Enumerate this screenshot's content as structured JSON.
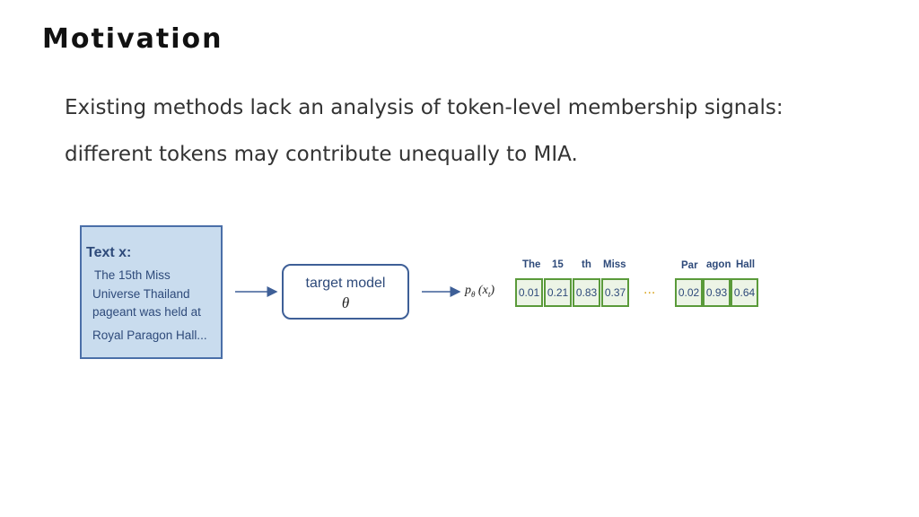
{
  "slide": {
    "title": "Motivation",
    "line1": "Existing methods lack an analysis of token-level membership signals:",
    "line2": "different tokens may contribute unequally to MIA."
  },
  "text_box": {
    "title": "Text x:",
    "lines": [
      "The 15th Miss",
      "Universe Thailand",
      "pageant was held at",
      "Royal Paragon Hall..."
    ]
  },
  "model_box": {
    "label": "target model",
    "param": "θ"
  },
  "prob_label": {
    "func": "p",
    "sub": "θ",
    "arg": "x",
    "arg_sub": "t"
  },
  "tokens_left": [
    {
      "token": "The",
      "prob": "0.01"
    },
    {
      "token": "15",
      "prob": "0.21"
    },
    {
      "token": "th",
      "prob": "0.83"
    },
    {
      "token": "Miss",
      "prob": "0.37"
    }
  ],
  "ellipsis": "...",
  "tokens_right": [
    {
      "token": "Par",
      "prob": "0.02"
    },
    {
      "token": "agon",
      "prob": "0.93"
    },
    {
      "token": "Hall",
      "prob": "0.64"
    }
  ],
  "colors": {
    "box_fill": "#c9dcee",
    "box_border": "#4a6fa8",
    "cell_border": "#5a9a3a",
    "cell_fill": "#ecf4e6",
    "arrow": "#3e5f97",
    "ellipsis": "#d9a520"
  }
}
